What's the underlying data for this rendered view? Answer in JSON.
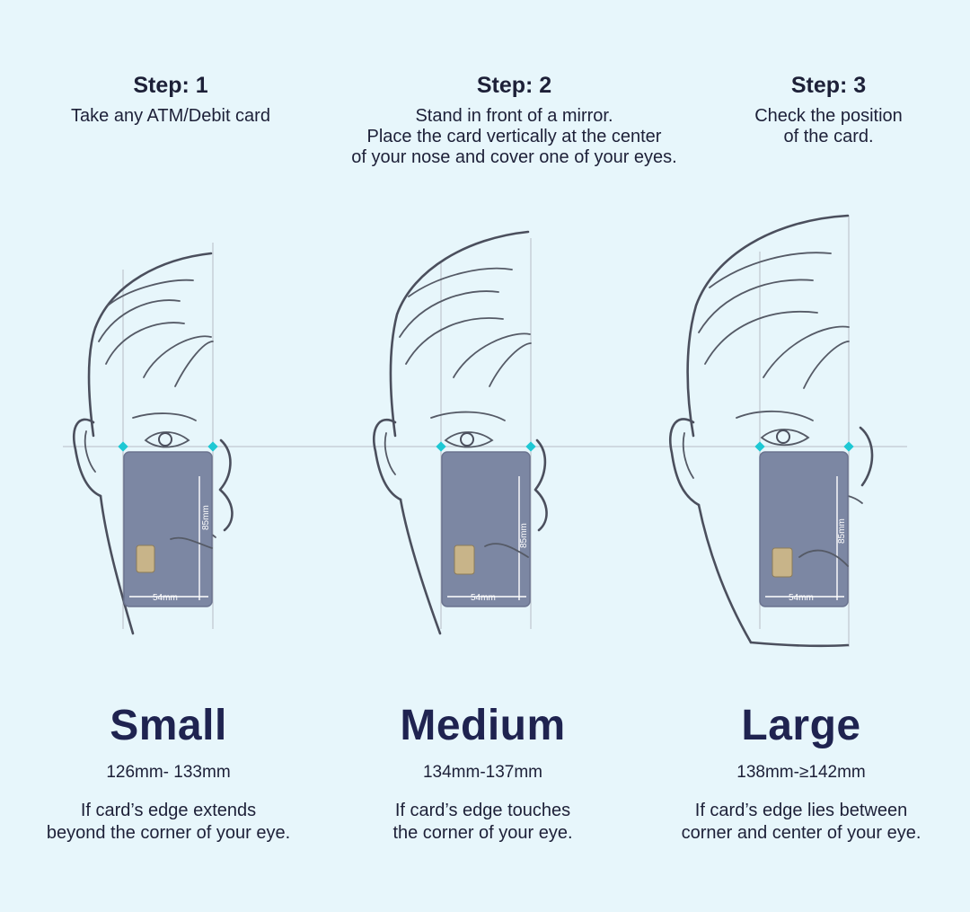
{
  "steps": [
    {
      "title": "Step: 1",
      "lines": [
        "Take any ATM/Debit card"
      ]
    },
    {
      "title": "Step: 2",
      "lines": [
        "Stand in front of a mirror.",
        "Place the card vertically at the center",
        "of your nose and cover one of your eyes."
      ]
    },
    {
      "title": "Step: 3",
      "lines": [
        "Check the position",
        "of the card."
      ]
    }
  ],
  "sizes": [
    {
      "name": "Small",
      "range": "126mm- 133mm",
      "lines": [
        "If card’s edge extends",
        "beyond the corner of your eye."
      ]
    },
    {
      "name": "Medium",
      "range": "134mm-137mm",
      "lines": [
        "If card’s edge touches",
        "the corner of your eye."
      ]
    },
    {
      "name": "Large",
      "range": "138mm-≥142mm",
      "lines": [
        "If card’s edge lies between",
        "corner and center of your eye."
      ]
    }
  ],
  "card": {
    "height_label": "85mm",
    "width_label": "54mm"
  },
  "colors": {
    "background": "#e7f6fb",
    "text": "#1d2038",
    "card": "#7c87a3",
    "marker": "#1ec8d4",
    "chip": "#c8b489"
  }
}
